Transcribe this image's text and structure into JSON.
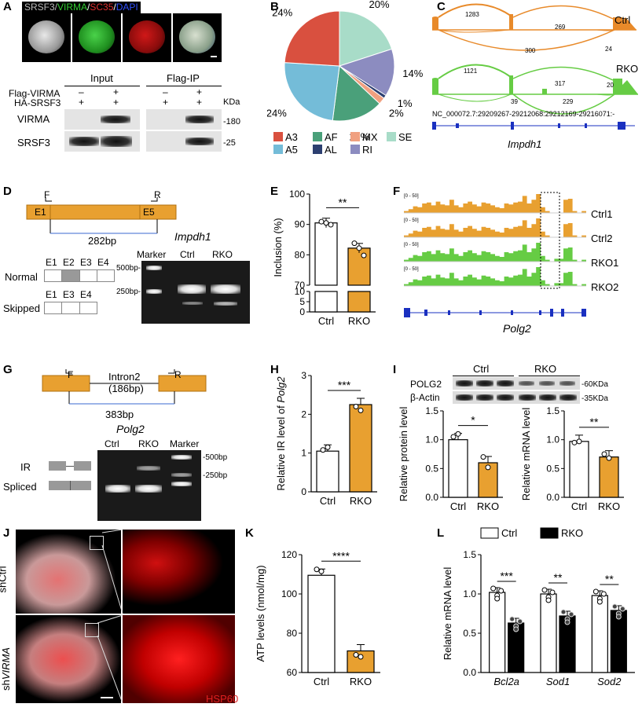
{
  "panels": [
    "A",
    "B",
    "C",
    "D",
    "E",
    "F",
    "G",
    "H",
    "I",
    "J",
    "K",
    "L"
  ],
  "panelA": {
    "stain_labels": [
      {
        "text": "SRSF3/",
        "color": "#bbbbbb"
      },
      {
        "text": "VIRMA",
        "color": "#33cc33"
      },
      {
        "text": "/",
        "color": "#ffffff"
      },
      {
        "text": "SC35",
        "color": "#e03030"
      },
      {
        "text": "/",
        "color": "#ffffff"
      },
      {
        "text": "DAPI",
        "color": "#3050ff"
      }
    ],
    "input_label": "Input",
    "ip_label": "Flag-IP",
    "row1": "Flag-VIRMA",
    "row2": "HA-SRSF3",
    "row1_marks": [
      "–",
      "+",
      "–",
      "+"
    ],
    "row2_marks": [
      "+",
      "+",
      "+",
      "+"
    ],
    "kda": "KDa",
    "blot1": "VIRMA",
    "blot2": "SRSF3",
    "mw1": "-180",
    "mw2": "-25"
  },
  "panelB": {
    "chart_data": {
      "type": "pie",
      "categories": [
        "A3",
        "AF",
        "MX",
        "SE",
        "A5",
        "AL",
        "RI"
      ],
      "values": [
        24,
        15,
        2,
        20,
        24,
        1,
        14
      ],
      "slice_labels": [
        "24%",
        "20%",
        "14%",
        "1%",
        "2%",
        "15%",
        "24%"
      ],
      "colors": {
        "A3": "#d9503f",
        "AF": "#4aa07a",
        "MX": "#f0a080",
        "SE": "#a8dcc8",
        "A5": "#74bcd8",
        "AL": "#2c3f70",
        "RI": "#8c8cc0"
      }
    },
    "legend": [
      "A3",
      "AF",
      "MX",
      "SE",
      "A5",
      "AL",
      "RI"
    ]
  },
  "panelC": {
    "ctrl": "Ctrl",
    "rko": "RKO",
    "ctrl_counts": [
      "1283",
      "269",
      "300",
      "24"
    ],
    "rko_counts": [
      "1121",
      "317",
      "20",
      "39",
      "229"
    ],
    "coords": "NC_000072.7:29209267-29212068:29212169-29216071:-",
    "gene": "Impdh1"
  },
  "panelD": {
    "f": "F",
    "r": "R",
    "e1": "E1",
    "e5": "E5",
    "bp": "282bp",
    "gene": "Impdh1",
    "normal": "Normal",
    "skipped": "Skipped",
    "normal_exons": [
      "E1",
      "E2",
      "E3",
      "E4"
    ],
    "skipped_exons": [
      "E1",
      "E3",
      "E4"
    ],
    "marker": "Marker",
    "ctrl": "Ctrl",
    "rko": "RKO",
    "mw_500": "500bp-",
    "mw_250": "250bp-"
  },
  "panelE": {
    "chart_data": {
      "type": "bar",
      "categories": [
        "Ctrl",
        "RKO"
      ],
      "values": [
        90.5,
        82.2
      ],
      "ylabel": "Inclusion (%)",
      "yticks_top": [
        "70",
        "80",
        "90",
        "100"
      ],
      "yticks_bottom": [
        "0",
        "5",
        "10"
      ],
      "sig": "**"
    }
  },
  "panelF": {
    "tracks": [
      "Ctrl1",
      "Ctrl2",
      "RKO1",
      "RKO2"
    ],
    "scale": "[0 - 50]",
    "gene": "Polg2"
  },
  "panelG": {
    "f": "F",
    "r": "R",
    "intron": "Intron2",
    "intron_bp": "(186bp)",
    "bp": "383bp",
    "gene": "Polg2",
    "ir": "IR",
    "spliced": "Spliced",
    "ctrl": "Ctrl",
    "rko": "RKO",
    "marker": "Marker",
    "mw_500": "-500bp",
    "mw_250": "-250bp"
  },
  "panelH": {
    "chart_data": {
      "type": "bar",
      "categories": [
        "Ctrl",
        "RKO"
      ],
      "values": [
        1.05,
        2.25
      ],
      "ylabel_prefix": "Relative IR level of ",
      "ylabel_gene": "Polg2",
      "yticks": [
        "0",
        "1",
        "2",
        "3"
      ],
      "sig": "***"
    }
  },
  "panelI": {
    "ctrl": "Ctrl",
    "rko": "RKO",
    "blot1": "POLG2",
    "blot2": "β-Actin",
    "mw1": "-60KDa",
    "mw2": "-35KDa",
    "chart_data": [
      {
        "type": "bar",
        "categories": [
          "Ctrl",
          "RKO"
        ],
        "values": [
          1.0,
          0.6
        ],
        "ylabel": "Relative protein level",
        "yticks": [
          "0.0",
          "0.5",
          "1.0",
          "1.5"
        ],
        "sig": "*"
      },
      {
        "type": "bar",
        "categories": [
          "Ctrl",
          "RKO"
        ],
        "values": [
          0.97,
          0.7
        ],
        "ylabel": "Relative mRNA level",
        "yticks": [
          "0.0",
          "0.5",
          "1.0",
          "1.5"
        ],
        "sig": "**"
      }
    ]
  },
  "panelJ": {
    "sh_ctrl": "shCtrl",
    "sh_virma_prefix": "sh",
    "sh_virma_gene": "VIRMA",
    "stain": "HSP60"
  },
  "panelK": {
    "chart_data": {
      "type": "bar",
      "categories": [
        "Ctrl",
        "RKO"
      ],
      "values": [
        109.5,
        71.0
      ],
      "ylabel": "ATP levels (nmol/mg)",
      "yticks": [
        "60",
        "80",
        "100",
        "120"
      ],
      "sig": "****"
    }
  },
  "panelL": {
    "chart_data": {
      "type": "bar",
      "categories": [
        "Bcl2a",
        "Sod1",
        "Sod2"
      ],
      "series": [
        {
          "name": "Ctrl",
          "values": [
            1.02,
            1.0,
            0.98
          ]
        },
        {
          "name": "RKO",
          "values": [
            0.63,
            0.72,
            0.79
          ]
        }
      ],
      "ylabel": "Relative mRNA level",
      "yticks": [
        "0.0",
        "0.5",
        "1.0",
        "1.5"
      ],
      "sigs": [
        "***",
        "**",
        "**"
      ]
    }
  }
}
